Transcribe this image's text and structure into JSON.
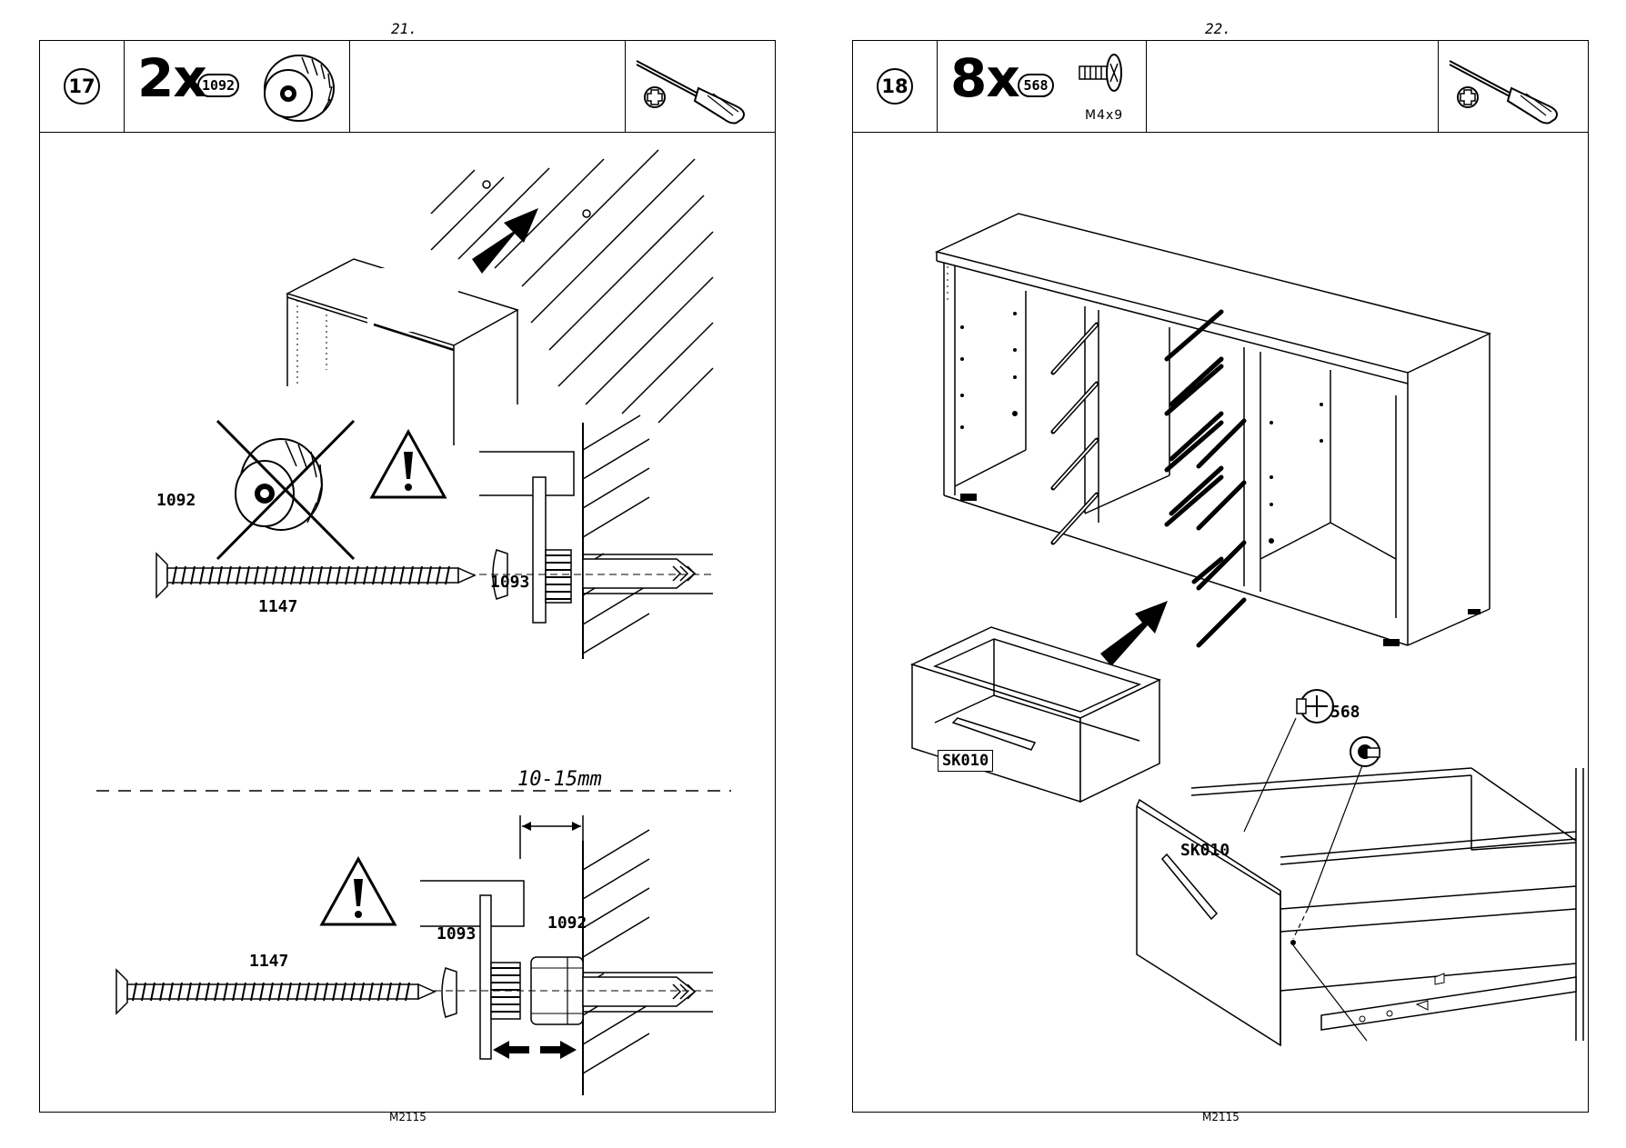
{
  "left_page": {
    "page_number": "21.",
    "footer": "M2115",
    "step": {
      "number": "17",
      "quantity": "2x",
      "part_id": "1092",
      "labels": {
        "part_1092": "1092",
        "part_1093_top": "1093",
        "part_1147_top": "1147",
        "dimension": "10-15mm",
        "part_1093_bottom": "1093",
        "part_1092_bottom": "1092",
        "part_1147_bottom": "1147"
      }
    }
  },
  "right_page": {
    "page_number": "22.",
    "footer": "M2115",
    "step": {
      "number": "18",
      "quantity": "8x",
      "part_id": "568",
      "part_size": "M4x9",
      "labels": {
        "drawer_code_front": "SK010",
        "screw_568": "568",
        "drawer_code_detail": "SK010"
      }
    }
  }
}
